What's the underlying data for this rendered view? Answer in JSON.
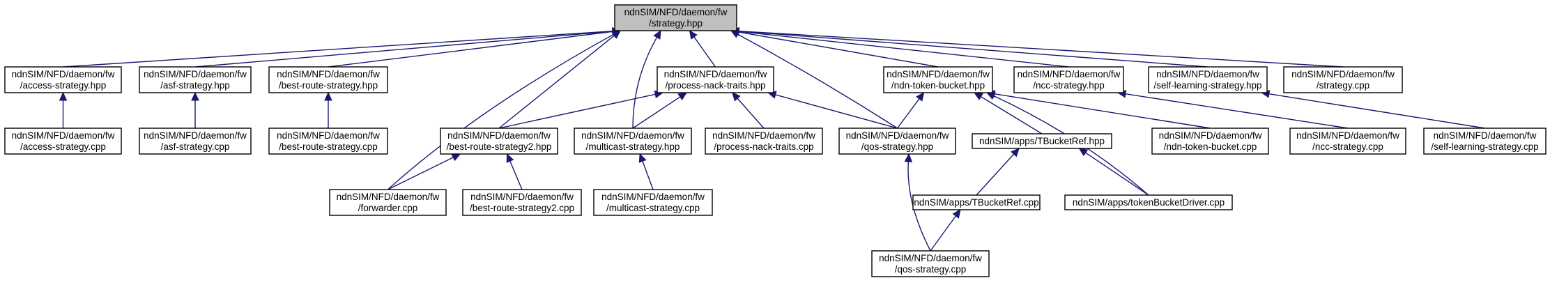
{
  "graph": {
    "nodes": [
      {
        "id": "root",
        "lines": [
          "ndnSIM/NFD/daemon/fw",
          "/strategy.hpp"
        ],
        "highlight": true
      },
      {
        "id": "access_hpp",
        "lines": [
          "ndnSIM/NFD/daemon/fw",
          "/access-strategy.hpp"
        ]
      },
      {
        "id": "asf_hpp",
        "lines": [
          "ndnSIM/NFD/daemon/fw",
          "/asf-strategy.hpp"
        ]
      },
      {
        "id": "bestroute_hpp",
        "lines": [
          "ndnSIM/NFD/daemon/fw",
          "/best-route-strategy.hpp"
        ]
      },
      {
        "id": "pnt_hpp",
        "lines": [
          "ndnSIM/NFD/daemon/fw",
          "/process-nack-traits.hpp"
        ]
      },
      {
        "id": "ntb_hpp",
        "lines": [
          "ndnSIM/NFD/daemon/fw",
          "/ndn-token-bucket.hpp"
        ]
      },
      {
        "id": "ncc_hpp",
        "lines": [
          "ndnSIM/NFD/daemon/fw",
          "/ncc-strategy.hpp"
        ]
      },
      {
        "id": "sl_hpp",
        "lines": [
          "ndnSIM/NFD/daemon/fw",
          "/self-learning-strategy.hpp"
        ]
      },
      {
        "id": "strategy_cpp",
        "lines": [
          "ndnSIM/NFD/daemon/fw",
          "/strategy.cpp"
        ]
      },
      {
        "id": "access_cpp",
        "lines": [
          "ndnSIM/NFD/daemon/fw",
          "/access-strategy.cpp"
        ]
      },
      {
        "id": "asf_cpp",
        "lines": [
          "ndnSIM/NFD/daemon/fw",
          "/asf-strategy.cpp"
        ]
      },
      {
        "id": "bestroute_cpp",
        "lines": [
          "ndnSIM/NFD/daemon/fw",
          "/best-route-strategy.cpp"
        ]
      },
      {
        "id": "br2_hpp",
        "lines": [
          "ndnSIM/NFD/daemon/fw",
          "/best-route-strategy2.hpp"
        ]
      },
      {
        "id": "mc_hpp",
        "lines": [
          "ndnSIM/NFD/daemon/fw",
          "/multicast-strategy.hpp"
        ]
      },
      {
        "id": "pnt_cpp",
        "lines": [
          "ndnSIM/NFD/daemon/fw",
          "/process-nack-traits.cpp"
        ]
      },
      {
        "id": "qos_hpp",
        "lines": [
          "ndnSIM/NFD/daemon/fw",
          "/qos-strategy.hpp"
        ]
      },
      {
        "id": "tbref_hpp",
        "lines": [
          "ndnSIM/apps/TBucketRef.hpp"
        ]
      },
      {
        "id": "ntb_cpp",
        "lines": [
          "ndnSIM/NFD/daemon/fw",
          "/ndn-token-bucket.cpp"
        ]
      },
      {
        "id": "ncc_cpp",
        "lines": [
          "ndnSIM/NFD/daemon/fw",
          "/ncc-strategy.cpp"
        ]
      },
      {
        "id": "sl_cpp",
        "lines": [
          "ndnSIM/NFD/daemon/fw",
          "/self-learning-strategy.cpp"
        ]
      },
      {
        "id": "fwd_cpp",
        "lines": [
          "ndnSIM/NFD/daemon/fw",
          "/forwarder.cpp"
        ]
      },
      {
        "id": "br2_cpp",
        "lines": [
          "ndnSIM/NFD/daemon/fw",
          "/best-route-strategy2.cpp"
        ]
      },
      {
        "id": "mc_cpp",
        "lines": [
          "ndnSIM/NFD/daemon/fw",
          "/multicast-strategy.cpp"
        ]
      },
      {
        "id": "tbref_cpp",
        "lines": [
          "ndnSIM/apps/TBucketRef.cpp"
        ]
      },
      {
        "id": "tbdriver_cpp",
        "lines": [
          "ndnSIM/apps/tokenBucketDriver.cpp"
        ]
      },
      {
        "id": "qos_cpp",
        "lines": [
          "ndnSIM/NFD/daemon/fw",
          "/qos-strategy.cpp"
        ]
      }
    ],
    "edges": [
      {
        "from": "access_hpp",
        "to": "root"
      },
      {
        "from": "asf_hpp",
        "to": "root"
      },
      {
        "from": "bestroute_hpp",
        "to": "root"
      },
      {
        "from": "br2_hpp",
        "to": "root"
      },
      {
        "from": "fwd_cpp",
        "to": "root"
      },
      {
        "from": "mc_hpp",
        "to": "root"
      },
      {
        "from": "pnt_hpp",
        "to": "root"
      },
      {
        "from": "qos_hpp",
        "to": "root"
      },
      {
        "from": "ntb_hpp",
        "to": "root"
      },
      {
        "from": "ncc_hpp",
        "to": "root"
      },
      {
        "from": "sl_hpp",
        "to": "root"
      },
      {
        "from": "strategy_cpp",
        "to": "root"
      },
      {
        "from": "access_cpp",
        "to": "access_hpp"
      },
      {
        "from": "asf_cpp",
        "to": "asf_hpp"
      },
      {
        "from": "bestroute_cpp",
        "to": "bestroute_hpp"
      },
      {
        "from": "br2_hpp",
        "to": "pnt_hpp"
      },
      {
        "from": "mc_hpp",
        "to": "pnt_hpp"
      },
      {
        "from": "pnt_cpp",
        "to": "pnt_hpp"
      },
      {
        "from": "qos_hpp",
        "to": "pnt_hpp"
      },
      {
        "from": "qos_hpp",
        "to": "ntb_hpp"
      },
      {
        "from": "tbref_hpp",
        "to": "ntb_hpp"
      },
      {
        "from": "ntb_cpp",
        "to": "ntb_hpp"
      },
      {
        "from": "tbdriver_cpp",
        "to": "ntb_hpp"
      },
      {
        "from": "ncc_cpp",
        "to": "ncc_hpp"
      },
      {
        "from": "sl_cpp",
        "to": "sl_hpp"
      },
      {
        "from": "fwd_cpp",
        "to": "br2_hpp"
      },
      {
        "from": "br2_cpp",
        "to": "br2_hpp"
      },
      {
        "from": "mc_cpp",
        "to": "mc_hpp"
      },
      {
        "from": "qos_cpp",
        "to": "qos_hpp"
      },
      {
        "from": "tbref_cpp",
        "to": "tbref_hpp"
      },
      {
        "from": "tbdriver_cpp",
        "to": "tbref_hpp"
      },
      {
        "from": "qos_cpp",
        "to": "tbref_cpp"
      }
    ]
  }
}
